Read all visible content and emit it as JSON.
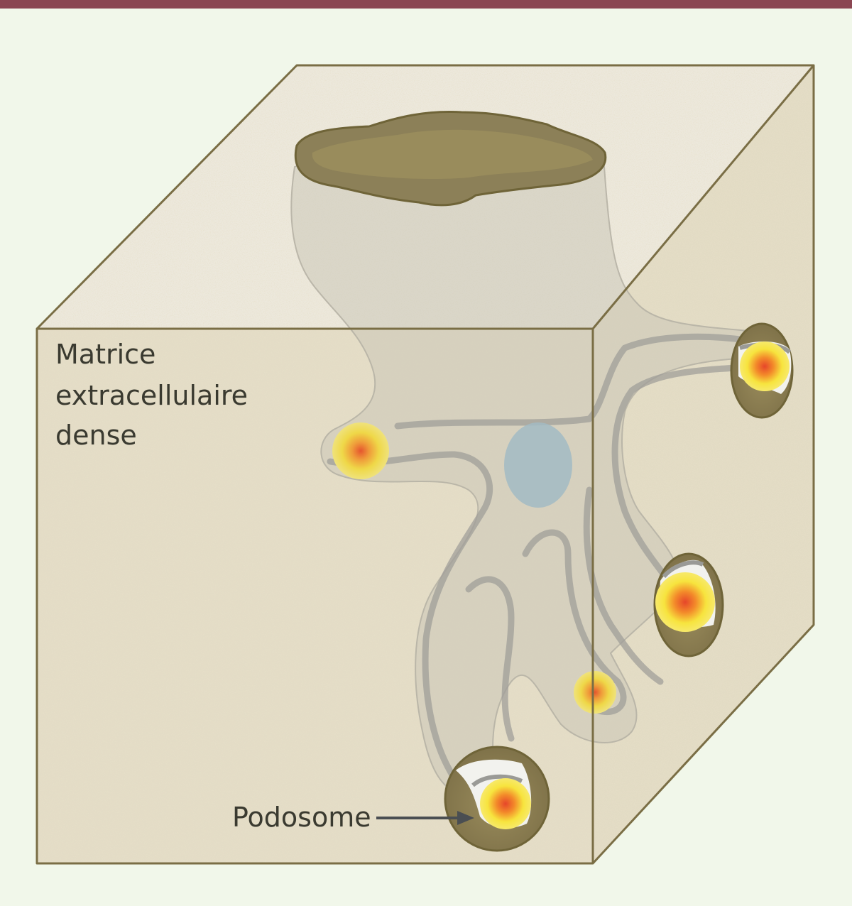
{
  "labels": {
    "matrix_line1": "Matrice",
    "matrix_line2": "extracellulaire",
    "matrix_line3": "dense",
    "podosome": "Podosome"
  },
  "colors": {
    "top_bar": "#8b4652",
    "background": "#f1f7ea",
    "matrix_fill": "#e3dcc6",
    "matrix_speckle": "#cdbf98",
    "cube_edge": "#7a6e45",
    "cell_body": "#c9c3b4",
    "cell_outline": "#8a8a88",
    "nucleus": "#9eb9c4",
    "tunnel_hole": "#8c8058",
    "podosome_outer": "#f3e34a",
    "podosome_core": "#e9532a"
  }
}
